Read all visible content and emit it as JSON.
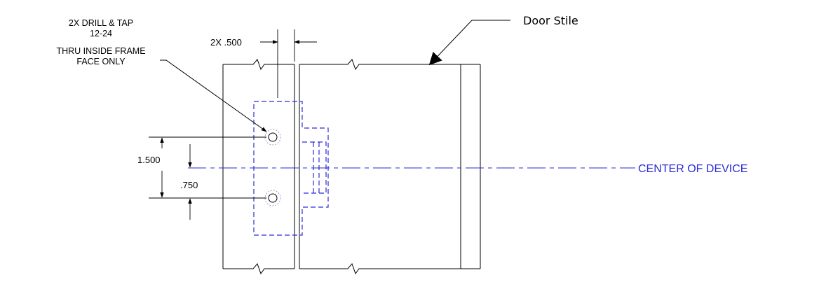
{
  "notes": {
    "drill_tap": [
      "2X DRILL & TAP",
      "12-24",
      "THRU INSIDE FRAME",
      "FACE ONLY"
    ]
  },
  "dimensions": {
    "hole_width": "2X .500",
    "hole_spacing": "1.500",
    "hole_offset": ".750"
  },
  "callouts": {
    "door_stile": "Door Stile",
    "centerline": "CENTER OF DEVICE"
  },
  "colors": {
    "hidden_lines": "#2b2bd6",
    "centerline": "#2b2bd6",
    "hole_rings": "#8a7fe0",
    "object_lines": "#000000"
  }
}
